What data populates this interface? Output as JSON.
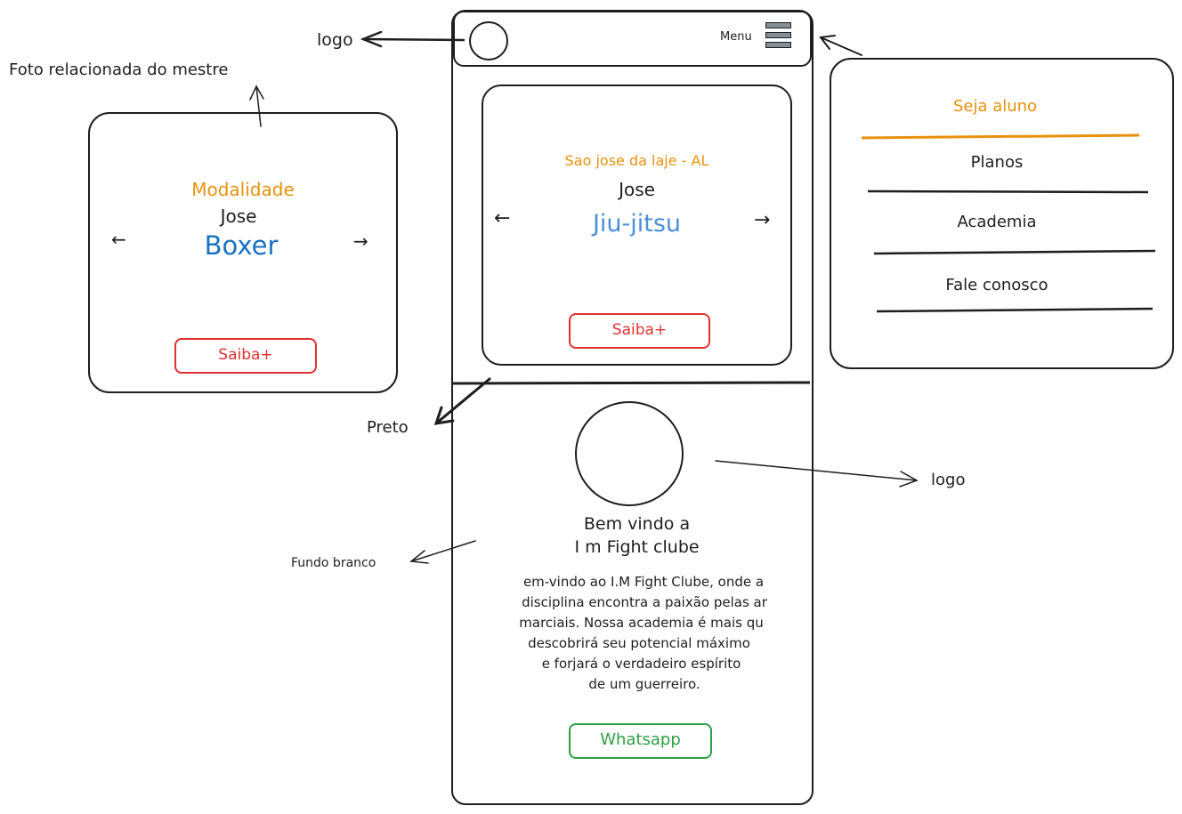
{
  "colors": {
    "ink": "#1e1e1e",
    "orange": "#e8910e",
    "blue": "#1971c2",
    "blue_light": "#4a90d9",
    "red": "#e03131",
    "green": "#2f9e44"
  },
  "annotations": {
    "logo_top": "logo",
    "foto": "Foto relacionada do mestre",
    "preto": "Preto",
    "logo_bottom": "logo",
    "fundo_branco": "Fundo branco"
  },
  "header": {
    "menu_label": "Menu",
    "menu_icon": "hamburger-icon",
    "logo_icon": "circle-logo"
  },
  "hero": {
    "location": "Sao jose da laje - AL",
    "name": "Jose",
    "modality": "Jiu-jitsu",
    "button": "Saiba+",
    "prev_icon": "arrow-left-icon",
    "next_icon": "arrow-right-icon"
  },
  "side_card": {
    "label": "Modalidade",
    "name": "Jose",
    "modality": "Boxer",
    "button": "Saiba+",
    "prev_icon": "arrow-left-icon",
    "next_icon": "arrow-right-icon"
  },
  "menu_panel": {
    "items": [
      "Seja aluno",
      "Planos",
      "Academia",
      "Fale conosco"
    ]
  },
  "welcome": {
    "title_line1": "Bem vindo a",
    "title_line2": "I m Fight clube",
    "body_lines": [
      "em-vindo ao I.M Fight Clube, onde a",
      "disciplina encontra a paixão pelas ar",
      "marciais. Nossa academia é mais qu",
      "descobrirá seu potencial máximo",
      "e forjará o verdadeiro espírito",
      "de um guerreiro."
    ],
    "button": "Whatsapp"
  }
}
